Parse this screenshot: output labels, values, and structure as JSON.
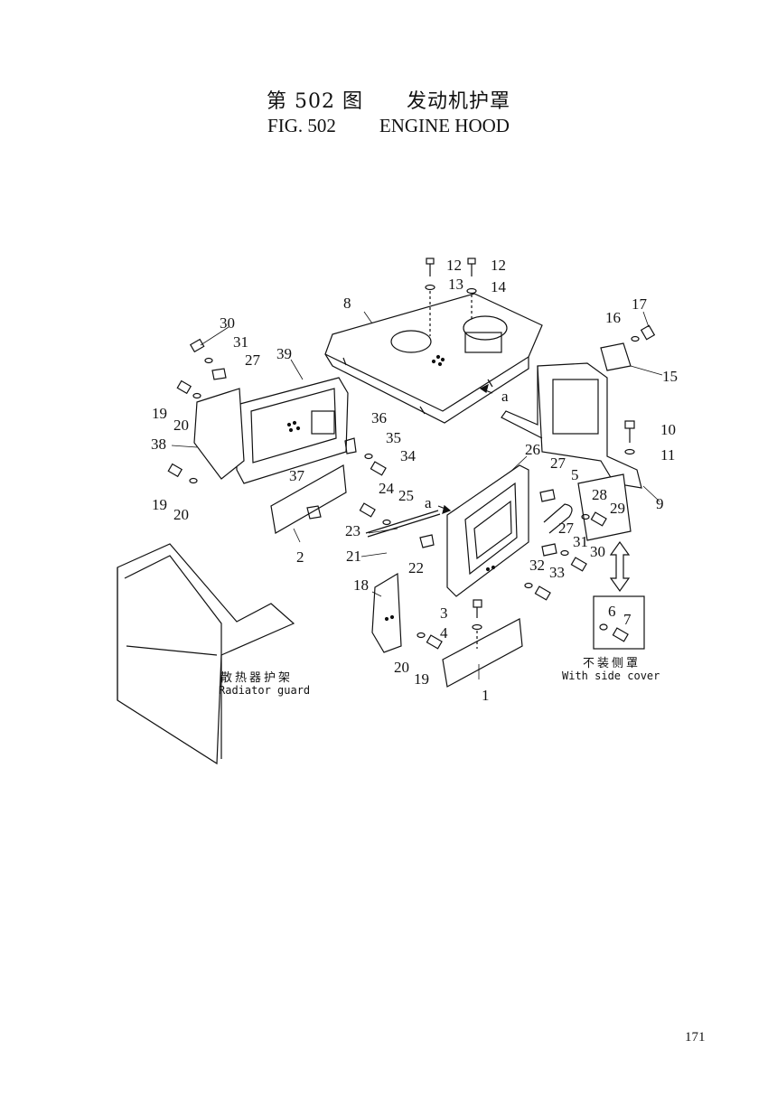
{
  "header": {
    "fig_cn": "第 502 图",
    "title_cn": "发动机护罩",
    "fig_en": "FIG. 502",
    "title_en": "ENGINE HOOD"
  },
  "callouts": [
    "1",
    "2",
    "3",
    "4",
    "5",
    "6",
    "7",
    "8",
    "9",
    "10",
    "11",
    "12",
    "12",
    "13",
    "14",
    "15",
    "16",
    "17",
    "18",
    "19",
    "19",
    "19",
    "20",
    "20",
    "20",
    "21",
    "22",
    "23",
    "24",
    "25",
    "26",
    "27",
    "27",
    "27",
    "28",
    "29",
    "30",
    "30",
    "31",
    "31",
    "32",
    "33",
    "34",
    "35",
    "36",
    "37",
    "38",
    "39"
  ],
  "view_markers": [
    "a",
    "a"
  ],
  "notes": {
    "radiator_guard_cn": "散热器护架",
    "radiator_guard_en": "Radiator guard",
    "side_cover_cn": "不装侧罩",
    "side_cover_en": "With side cover"
  },
  "page_number": "171"
}
